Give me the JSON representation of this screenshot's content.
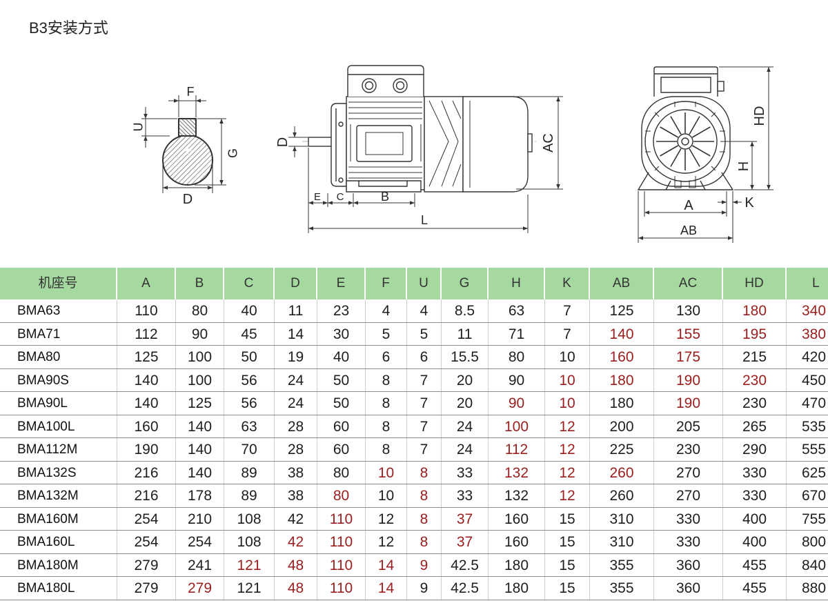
{
  "title": "B3安装方式",
  "drawings": {
    "shaft_section": {
      "f_label": "F",
      "u_label": "U",
      "g_label": "G",
      "d_label": "D"
    },
    "side_view": {
      "d_label": "D",
      "ac_label": "AC",
      "e_label": "E",
      "c_label": "C",
      "b_label": "B",
      "l_label": "L"
    },
    "end_view": {
      "hd_label": "HD",
      "h_label": "H",
      "a_label": "A",
      "k_label": "K",
      "ab_label": "AB"
    }
  },
  "colors": {
    "header_bg": "#a6d9a0",
    "text": "#1e1e1e",
    "highlight": "#9b1d1d",
    "line": "#333333"
  },
  "table": {
    "headers": [
      "机座号",
      "A",
      "B",
      "C",
      "D",
      "E",
      "F",
      "U",
      "G",
      "H",
      "K",
      "AB",
      "AC",
      "HD",
      "L"
    ],
    "rows": [
      {
        "model": "BMA63",
        "values": [
          "110",
          "80",
          "40",
          "11",
          "23",
          "4",
          "4",
          "8.5",
          "63",
          "7",
          "125",
          "130",
          "180",
          "340"
        ],
        "highlighted": [
          12,
          13
        ]
      },
      {
        "model": "BMA71",
        "values": [
          "112",
          "90",
          "45",
          "14",
          "30",
          "5",
          "5",
          "11",
          "71",
          "7",
          "140",
          "155",
          "195",
          "380"
        ],
        "highlighted": [
          10,
          11,
          12,
          13
        ]
      },
      {
        "model": "BMA80",
        "values": [
          "125",
          "100",
          "50",
          "19",
          "40",
          "6",
          "6",
          "15.5",
          "80",
          "10",
          "160",
          "175",
          "215",
          "420"
        ],
        "highlighted": [
          10,
          11
        ]
      },
      {
        "model": "BMA90S",
        "values": [
          "140",
          "100",
          "56",
          "24",
          "50",
          "8",
          "7",
          "20",
          "90",
          "10",
          "180",
          "190",
          "230",
          "450"
        ],
        "highlighted": [
          9,
          10,
          11,
          12
        ]
      },
      {
        "model": "BMA90L",
        "values": [
          "140",
          "125",
          "56",
          "24",
          "50",
          "8",
          "7",
          "20",
          "90",
          "10",
          "180",
          "190",
          "230",
          "470"
        ],
        "highlighted": [
          8,
          9,
          11
        ]
      },
      {
        "model": "BMA100L",
        "values": [
          "160",
          "140",
          "63",
          "28",
          "60",
          "8",
          "7",
          "24",
          "100",
          "12",
          "200",
          "205",
          "265",
          "535"
        ],
        "highlighted": [
          8,
          9
        ]
      },
      {
        "model": "BMA112M",
        "values": [
          "190",
          "140",
          "70",
          "28",
          "60",
          "8",
          "7",
          "24",
          "112",
          "12",
          "225",
          "230",
          "290",
          "555"
        ],
        "highlighted": [
          8,
          9
        ]
      },
      {
        "model": "BMA132S",
        "values": [
          "216",
          "140",
          "89",
          "38",
          "80",
          "10",
          "8",
          "33",
          "132",
          "12",
          "260",
          "270",
          "330",
          "625"
        ],
        "highlighted": [
          5,
          6,
          8,
          9,
          10
        ]
      },
      {
        "model": "BMA132M",
        "values": [
          "216",
          "178",
          "89",
          "38",
          "80",
          "10",
          "8",
          "33",
          "132",
          "12",
          "260",
          "270",
          "330",
          "670"
        ],
        "highlighted": [
          4,
          6,
          9
        ]
      },
      {
        "model": "BMA160M",
        "values": [
          "254",
          "210",
          "108",
          "42",
          "110",
          "12",
          "8",
          "37",
          "160",
          "15",
          "310",
          "330",
          "400",
          "755"
        ],
        "highlighted": [
          4,
          6,
          7
        ]
      },
      {
        "model": "BMA160L",
        "values": [
          "254",
          "254",
          "108",
          "42",
          "110",
          "12",
          "8",
          "37",
          "160",
          "15",
          "310",
          "330",
          "400",
          "800"
        ],
        "highlighted": [
          3,
          4,
          6,
          7
        ]
      },
      {
        "model": "BMA180M",
        "values": [
          "279",
          "241",
          "121",
          "48",
          "110",
          "14",
          "9",
          "42.5",
          "180",
          "15",
          "355",
          "360",
          "455",
          "840"
        ],
        "highlighted": [
          2,
          3,
          4,
          5,
          6
        ]
      },
      {
        "model": "BMA180L",
        "values": [
          "279",
          "279",
          "121",
          "48",
          "110",
          "14",
          "9",
          "42.5",
          "180",
          "15",
          "355",
          "360",
          "455",
          "880"
        ],
        "highlighted": [
          1,
          3,
          4,
          5
        ]
      }
    ]
  }
}
